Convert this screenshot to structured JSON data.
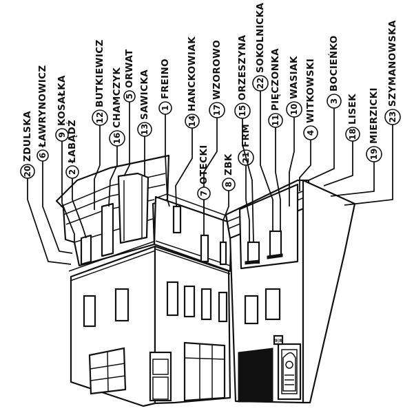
{
  "sign_text": "9|8",
  "tenants": [
    {
      "num": "20",
      "name": "ZDULSKA"
    },
    {
      "num": "6",
      "name": "ŁAWRYNOWICZ"
    },
    {
      "num": "9",
      "name": "KOSAŁKA"
    },
    {
      "num": "2",
      "name": "ŁABĄDŹ"
    },
    {
      "num": "12",
      "name": "BUTKIEWICZ"
    },
    {
      "num": "16",
      "name": "CHAMCZYK"
    },
    {
      "num": "5",
      "name": "ORWAT"
    },
    {
      "num": "13",
      "name": "SAWICKA"
    },
    {
      "num": "1",
      "name": "FREINO"
    },
    {
      "num": "14",
      "name": "HANCKOWIAK"
    },
    {
      "num": "17",
      "name": "WZOROWO"
    },
    {
      "num": "7",
      "name": "OTECKI"
    },
    {
      "num": "8",
      "name": "ZBK"
    },
    {
      "num": "21",
      "name": "FRM"
    },
    {
      "num": "15",
      "name": "ORZESZYNA"
    },
    {
      "num": "22",
      "name": "SOKOLNICKA"
    },
    {
      "num": "11",
      "name": "PIĘCZONKA"
    },
    {
      "num": "10",
      "name": "WASIAK"
    },
    {
      "num": "4",
      "name": "WITKOWSKI"
    },
    {
      "num": "3",
      "name": "BOCIEŃKO"
    },
    {
      "num": "18",
      "name": "LISEK"
    },
    {
      "num": "19",
      "name": "MIERZICKI"
    },
    {
      "num": "23",
      "name": "SZYMANOWSKA"
    }
  ]
}
